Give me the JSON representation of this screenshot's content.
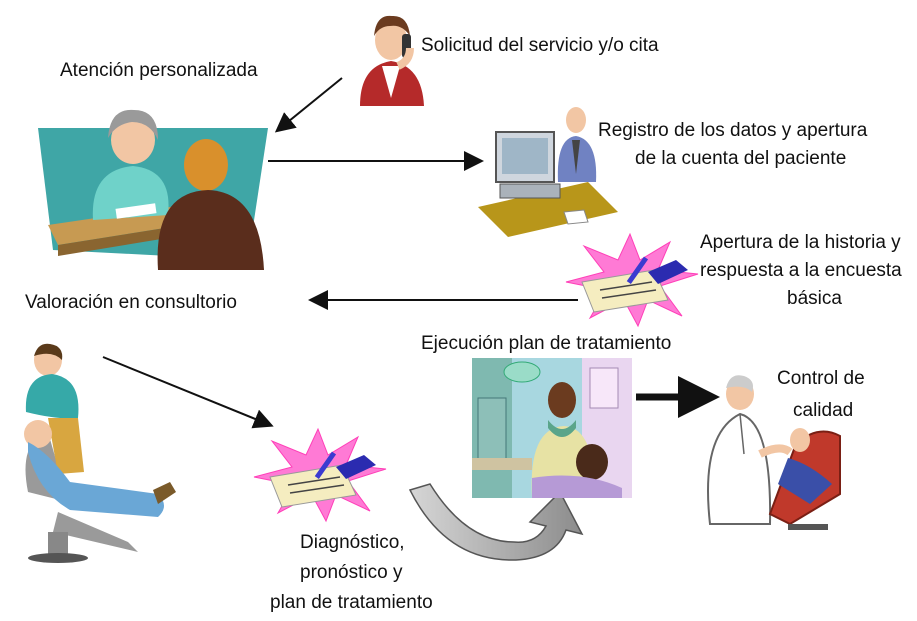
{
  "steps": {
    "solicitud": "Solicitud del servicio y/o cita",
    "atencion": "Atención personalizada",
    "registro_line1": "Registro de los datos y apertura",
    "registro_line2": "de la cuenta del paciente",
    "historia_line1": "Apertura de la historia y",
    "historia_line2": "respuesta a la encuesta",
    "historia_line3": "básica",
    "valoracion": "Valoración en consultorio",
    "ejecucion": "Ejecución plan de tratamiento",
    "control_line1": "Control de",
    "control_line2": "calidad",
    "diagnostico_line1": "Diagnóstico,",
    "diagnostico_line2": "pronóstico y",
    "diagnostico_line3": "plan de tratamiento"
  },
  "icons": [
    "woman-on-phone-icon",
    "consultation-desk-icon",
    "computer-clerk-icon",
    "signing-document-icon",
    "dentist-patient-icon",
    "treatment-room-icon",
    "dental-chair-icon",
    "curved-arrow-icon"
  ],
  "colors": {
    "text": "#111111",
    "arrow": "#111111",
    "star": "#ff66cc",
    "desk_bg": "#3fa6a6"
  }
}
